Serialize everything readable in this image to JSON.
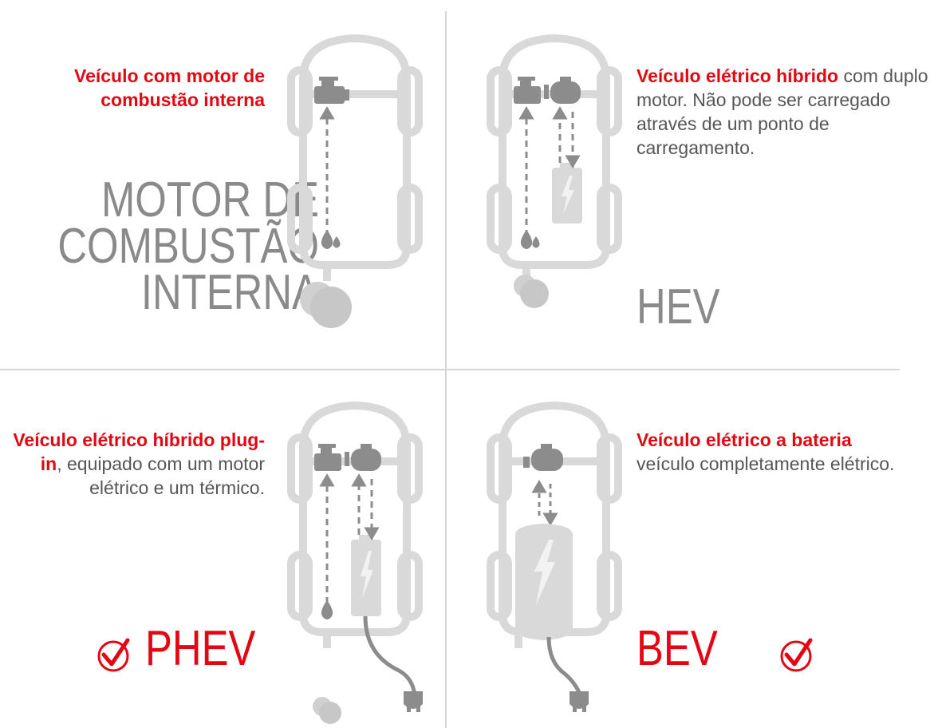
{
  "quadrants": {
    "ice": {
      "highlight": "Veículo com motor de combustão interna",
      "title_lines": [
        "MOTOR DE",
        "COMBUSTÃO",
        "INTERNA"
      ],
      "icons": [
        "car-outline",
        "engine",
        "fuel-drop",
        "exhaust-cloud"
      ]
    },
    "hev": {
      "highlight": "Veículo elétrico híbrido",
      "text": " com duplo motor. Não pode ser carregado através de um ponto de carregamento.",
      "title": "HEV",
      "icons": [
        "car-outline",
        "engine",
        "electric-motor",
        "battery",
        "fuel-drop",
        "exhaust-cloud"
      ]
    },
    "phev": {
      "highlight": "Veículo elétrico híbrido plug-in",
      "text": ", equipado com um motor elétrico e um térmico.",
      "title": "PHEV",
      "checked": true,
      "icons": [
        "car-outline",
        "engine",
        "electric-motor",
        "battery",
        "fuel-drop",
        "plug",
        "exhaust-cloud",
        "check-circle"
      ]
    },
    "bev": {
      "highlight": "Veículo elétrico a bateria",
      "text": "veículo completamente elétrico.",
      "title": "BEV",
      "checked": true,
      "icons": [
        "car-outline",
        "electric-motor",
        "battery",
        "plug",
        "check-circle"
      ]
    }
  },
  "colors": {
    "accent": "#e30613",
    "text": "#565656",
    "title_gray": "#8a8a8a",
    "icon_gray": "#d9d9d9",
    "icon_dark": "#8c8c8c",
    "divider": "#d6d6d6"
  }
}
